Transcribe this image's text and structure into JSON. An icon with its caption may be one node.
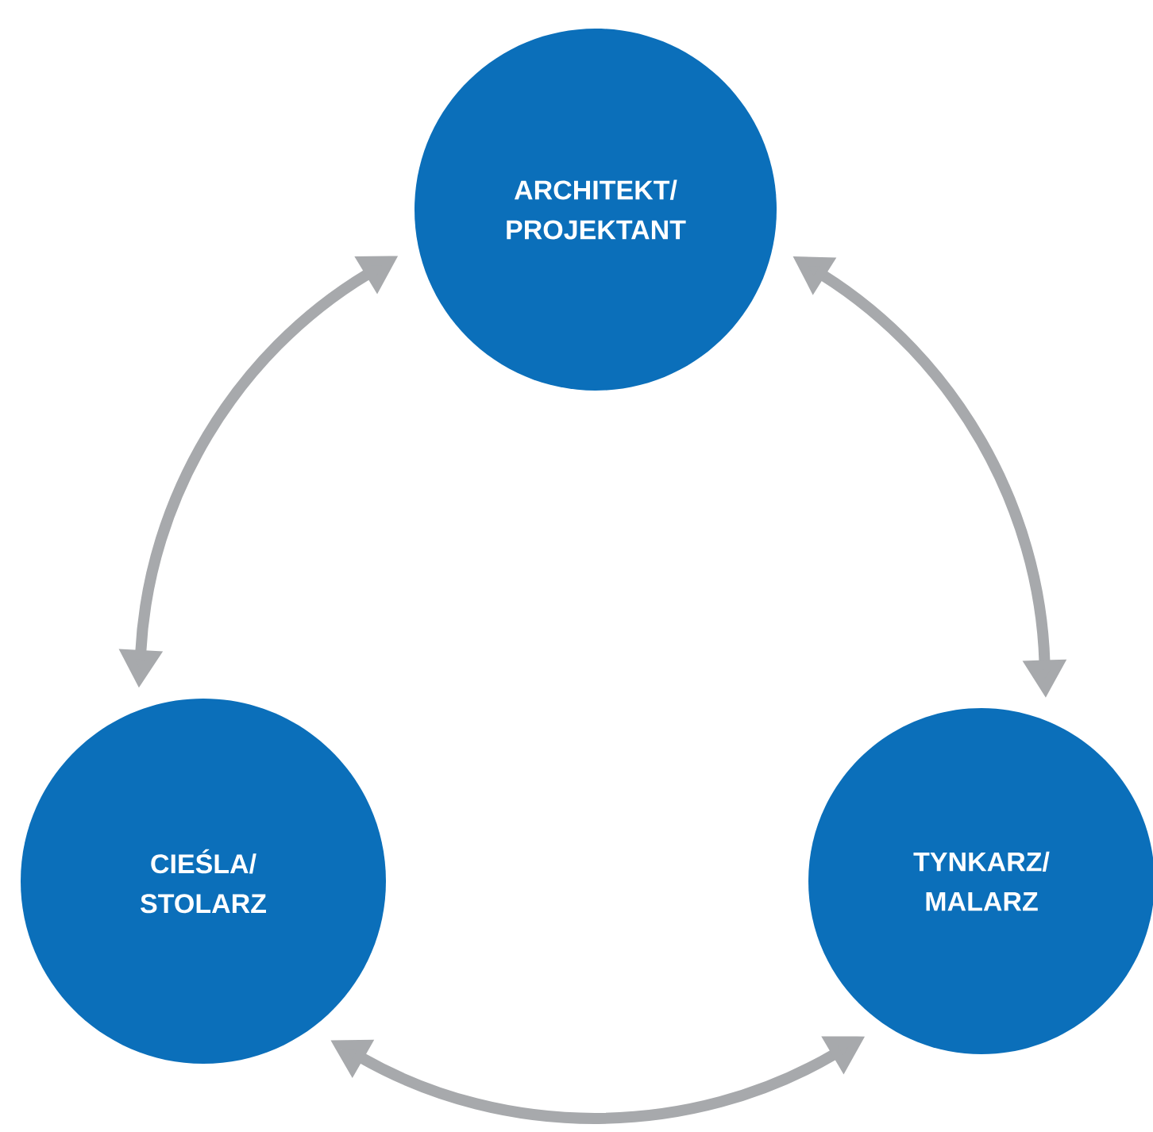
{
  "diagram": {
    "nodes": [
      {
        "text": [
          "ARCHITEKT/ PROJEKTANT"
        ]
      },
      {
        "text": [
          "CIEŚLA/ STOLARZ"
        ]
      },
      {
        "text": [
          "TYNKARZ/ MALARZ"
        ]
      }
    ],
    "edges": [
      {
        "from": 0,
        "to": 1,
        "arrow": "both"
      },
      {
        "from": 0,
        "to": 2,
        "arrow": "both"
      },
      {
        "from": 1,
        "to": 2,
        "arrow": "both"
      }
    ]
  }
}
